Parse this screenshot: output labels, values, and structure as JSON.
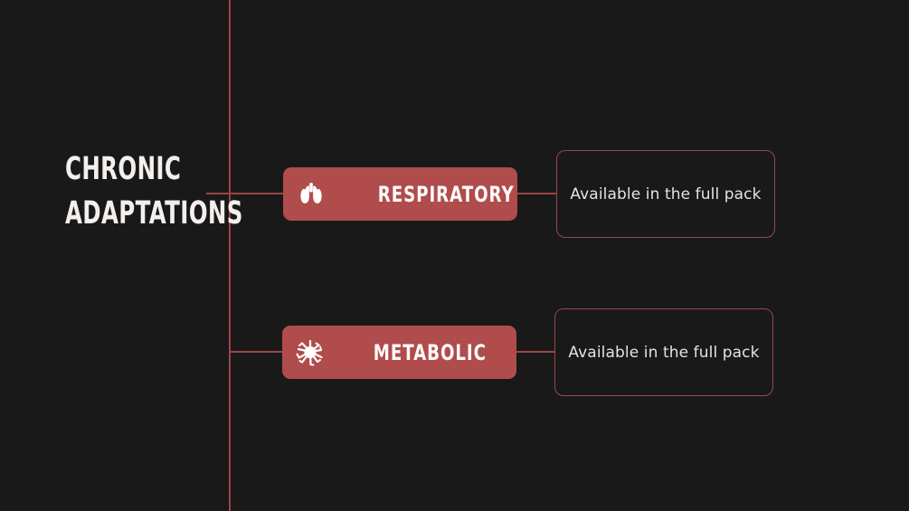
{
  "slide": {
    "background_color": "#191919",
    "accent_color": "#b04c4c",
    "line_color": "#9e4444",
    "title": {
      "line1": "CHRONIC",
      "line2": "ADAPTATIONS"
    }
  },
  "branches": [
    {
      "id": "respiratory",
      "label": "RESPIRATORY",
      "icon": "lungs-icon",
      "panel_text": "Available in the full pack"
    },
    {
      "id": "metabolic",
      "label": "METABOLIC",
      "icon": "cell-burst-icon",
      "panel_text": "Available in the full pack"
    }
  ]
}
